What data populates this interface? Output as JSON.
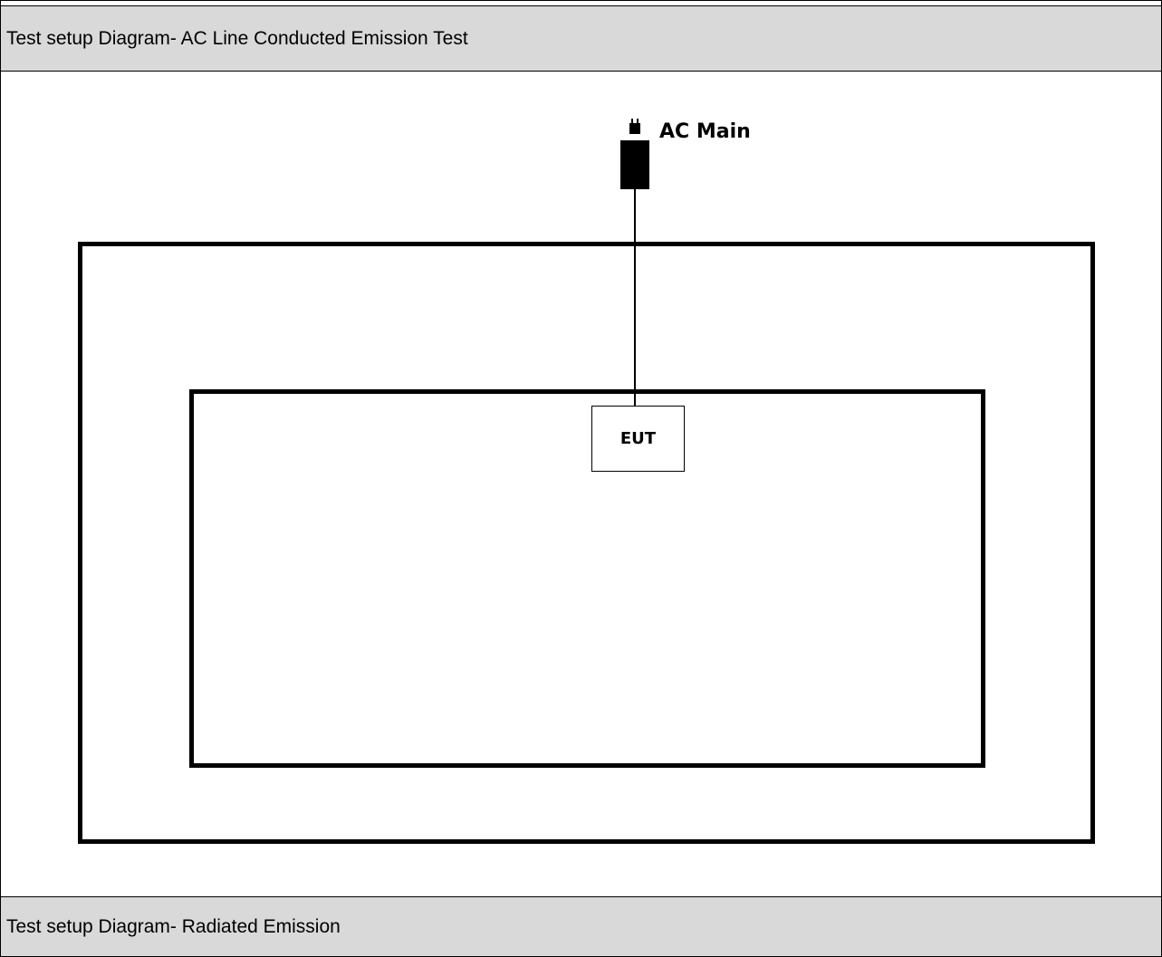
{
  "sections": {
    "conducted": {
      "title": "Test setup Diagram- AC Line Conducted Emission Test"
    },
    "radiated": {
      "title": "Test setup Diagram- Radiated Emission"
    }
  },
  "diagram": {
    "power_source_label": "AC Main",
    "device_label": "EUT",
    "icons": {
      "plug": "power-plug-icon"
    }
  }
}
